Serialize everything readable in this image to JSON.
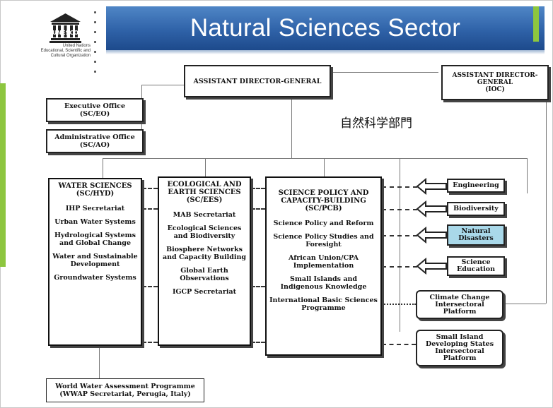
{
  "header": {
    "title": "Natural Sciences Sector"
  },
  "logo": {
    "acronym": "UNESCO",
    "line1": "United Nations",
    "line2": "Educational, Scientific and",
    "line3": "Cultural Organization"
  },
  "annotation": "自然科学部門",
  "top": {
    "adg": "ASSISTANT DIRECTOR-GENERAL",
    "adg_ioc_1": "ASSISTANT DIRECTOR-",
    "adg_ioc_2": "GENERAL",
    "adg_ioc_3": "(IOC)"
  },
  "offices": {
    "exec_1": "Executive Office",
    "exec_2": "(SC/EO)",
    "admin_1": "Administrative Office",
    "admin_2": "(SC/AO)"
  },
  "water": {
    "title_1": "WATER SCIENCES",
    "title_2": "(SC/HYD)",
    "items": [
      "IHP Secretariat",
      "Urban Water Systems",
      "Hydrological Systems and Global Change",
      "Water and Sustainable Development",
      "Groundwater Systems"
    ]
  },
  "ecology": {
    "title_1": "ECOLOGICAL AND",
    "title_2": "EARTH SCIENCES",
    "title_3": "(SC/EES)",
    "items": [
      "MAB Secretariat",
      "Ecological Sciences and Biodiversity",
      "Biosphere Networks and Capacity Building",
      "Global Earth Observations",
      "IGCP Secretariat"
    ]
  },
  "policy": {
    "title_1": "SCIENCE POLICY AND",
    "title_2": "CAPACITY-BUILDING",
    "title_3": "(SC/PCB)",
    "items": [
      "Science Policy and Reform",
      "Science Policy Studies and Foresight",
      "African Union/CPA Implementation",
      "Small Islands and Indigenous Knowledge",
      "International Basic Sciences Programme"
    ]
  },
  "right_units": {
    "engineering": "Engineering",
    "biodiversity": "Biodiversity",
    "natural_disasters_1": "Natural",
    "natural_disasters_2": "Disasters",
    "science_education_1": "Science",
    "science_education_2": "Education",
    "climate_1": "Climate Change",
    "climate_2": "Intersectoral",
    "climate_3": "Platform",
    "sids_1": "Small Island",
    "sids_2": "Developing States",
    "sids_3": "Intersectoral",
    "sids_4": "Platform"
  },
  "wwap": {
    "line1": "World Water Assessment Programme",
    "line2": "(WWAP Secretariat, Perugia, Italy)"
  },
  "colors": {
    "header_blue": "#2f62a8",
    "accent_green": "#8dc63f",
    "highlight_blue": "#a9d8e9"
  }
}
